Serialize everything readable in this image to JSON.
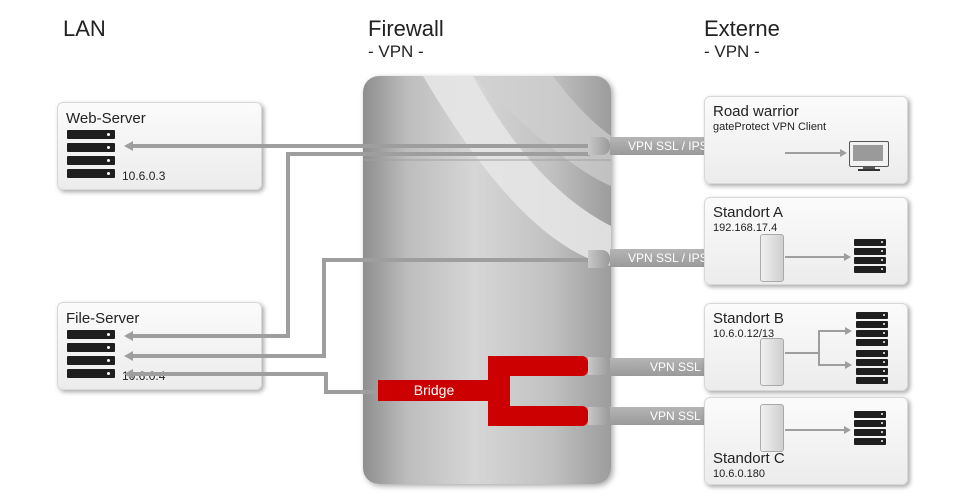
{
  "headers": {
    "lan": "LAN",
    "firewall": "Firewall",
    "firewall_sub": "- VPN -",
    "external": "Externe",
    "external_sub": "- VPN -"
  },
  "lan": {
    "web_server": {
      "title": "Web-Server",
      "ip": "10.6.0.3"
    },
    "file_server": {
      "title": "File-Server",
      "ip": "10.6.0.4"
    }
  },
  "firewall": {
    "bridge_label": "Bridge"
  },
  "tunnels": [
    {
      "label": "VPN SSL / IPSec"
    },
    {
      "label": "VPN SSL / IPSec"
    },
    {
      "label": "VPN SSL"
    },
    {
      "label": "VPN SSL"
    }
  ],
  "external": {
    "road_warrior": {
      "title": "Road warrior",
      "subtitle": "gateProtect VPN Client"
    },
    "site_a": {
      "title": "Standort A",
      "ip": "192.168.17.4"
    },
    "site_b": {
      "title": "Standort B",
      "ip": "10.6.0.12/13"
    },
    "site_c": {
      "title": "Standort C",
      "ip": "10.6.0.180"
    }
  },
  "colors": {
    "bridge": "#cc0000",
    "line": "#9e9e9e",
    "firewall": "#c4c4c4"
  },
  "icons": [
    "server-rack-icon",
    "monitor-icon"
  ]
}
